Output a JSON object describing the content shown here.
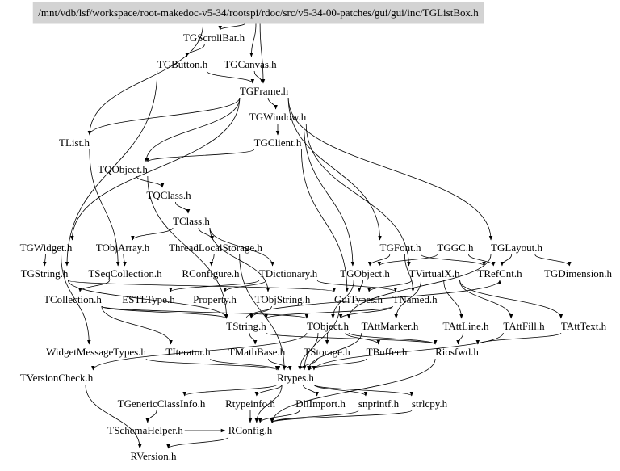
{
  "diagram": {
    "type": "include-dependency-graph",
    "root": "/mnt/vdb/lsf/workspace/root-makedoc-v5-34/rootspi/rdoc/src/v5-34-00-patches/gui/gui/inc/TGListBox.h",
    "root_color": "#d3d3d3",
    "nodes": [
      {
        "id": "root",
        "label": "/mnt/vdb/lsf/workspace/root-makedoc-v5-34/rootspi/rdoc/src/v5-34-00-patches/gui/gui/inc/TGListBox.h"
      },
      {
        "id": "TGScrollBar",
        "label": "TGScrollBar.h"
      },
      {
        "id": "TGButton",
        "label": "TGButton.h"
      },
      {
        "id": "TGCanvas",
        "label": "TGCanvas.h"
      },
      {
        "id": "TGFrame",
        "label": "TGFrame.h"
      },
      {
        "id": "TGWindow",
        "label": "TGWindow.h"
      },
      {
        "id": "TList",
        "label": "TList.h"
      },
      {
        "id": "TGClient",
        "label": "TGClient.h"
      },
      {
        "id": "TQObject",
        "label": "TQObject.h"
      },
      {
        "id": "TQClass",
        "label": "TQClass.h"
      },
      {
        "id": "TClass",
        "label": "TClass.h"
      },
      {
        "id": "TGWidget",
        "label": "TGWidget.h"
      },
      {
        "id": "TObjArray",
        "label": "TObjArray.h"
      },
      {
        "id": "ThreadLocalStorage",
        "label": "ThreadLocalStorage.h"
      },
      {
        "id": "TGFont",
        "label": "TGFont.h"
      },
      {
        "id": "TGGC",
        "label": "TGGC.h"
      },
      {
        "id": "TGLayout",
        "label": "TGLayout.h"
      },
      {
        "id": "TGString",
        "label": "TGString.h"
      },
      {
        "id": "TSeqCollection",
        "label": "TSeqCollection.h"
      },
      {
        "id": "RConfigure",
        "label": "RConfigure.h"
      },
      {
        "id": "TDictionary",
        "label": "TDictionary.h"
      },
      {
        "id": "TGObject",
        "label": "TGObject.h"
      },
      {
        "id": "TVirtualX",
        "label": "TVirtualX.h"
      },
      {
        "id": "TRefCnt",
        "label": "TRefCnt.h"
      },
      {
        "id": "TGDimension",
        "label": "TGDimension.h"
      },
      {
        "id": "TCollection",
        "label": "TCollection.h"
      },
      {
        "id": "ESTLType",
        "label": "ESTLType.h"
      },
      {
        "id": "Property",
        "label": "Property.h"
      },
      {
        "id": "TObjString",
        "label": "TObjString.h"
      },
      {
        "id": "GuiTypes",
        "label": "GuiTypes.h"
      },
      {
        "id": "TNamed",
        "label": "TNamed.h"
      },
      {
        "id": "TString",
        "label": "TString.h"
      },
      {
        "id": "TObject",
        "label": "TObject.h"
      },
      {
        "id": "TAttMarker",
        "label": "TAttMarker.h"
      },
      {
        "id": "TAttLine",
        "label": "TAttLine.h"
      },
      {
        "id": "TAttFill",
        "label": "TAttFill.h"
      },
      {
        "id": "TAttText",
        "label": "TAttText.h"
      },
      {
        "id": "WidgetMessageTypes",
        "label": "WidgetMessageTypes.h"
      },
      {
        "id": "TIterator",
        "label": "TIterator.h"
      },
      {
        "id": "TMathBase",
        "label": "TMathBase.h"
      },
      {
        "id": "TStorage",
        "label": "TStorage.h"
      },
      {
        "id": "TBuffer",
        "label": "TBuffer.h"
      },
      {
        "id": "Riosfwd",
        "label": "Riosfwd.h"
      },
      {
        "id": "TVersionCheck",
        "label": "TVersionCheck.h"
      },
      {
        "id": "Rtypes",
        "label": "Rtypes.h"
      },
      {
        "id": "TGenericClassInfo",
        "label": "TGenericClassInfo.h"
      },
      {
        "id": "Rtypeinfo",
        "label": "Rtypeinfo.h"
      },
      {
        "id": "DllImport",
        "label": "DllImport.h"
      },
      {
        "id": "snprintf",
        "label": "snprintf.h"
      },
      {
        "id": "strlcpy",
        "label": "strlcpy.h"
      },
      {
        "id": "TSchemaHelper",
        "label": "TSchemaHelper.h"
      },
      {
        "id": "RConfig",
        "label": "RConfig.h"
      },
      {
        "id": "RVersion",
        "label": "RVersion.h"
      }
    ],
    "edges": [
      [
        "root",
        "TGScrollBar"
      ],
      [
        "root",
        "TGCanvas"
      ],
      [
        "root",
        "TGFrame"
      ],
      [
        "root",
        "TList"
      ],
      [
        "TGScrollBar",
        "TGButton"
      ],
      [
        "TGButton",
        "TGFrame"
      ],
      [
        "TGButton",
        "TGString"
      ],
      [
        "TGCanvas",
        "TGFrame"
      ],
      [
        "TGFrame",
        "TGWindow"
      ],
      [
        "TGFrame",
        "TList"
      ],
      [
        "TGFrame",
        "TQObject"
      ],
      [
        "TGFrame",
        "TGFont"
      ],
      [
        "TGFrame",
        "TGLayout"
      ],
      [
        "TGFrame",
        "TGWidget"
      ],
      [
        "TGWindow",
        "TGClient"
      ],
      [
        "TGWindow",
        "TGObject"
      ],
      [
        "TGWindow",
        "TVirtualX"
      ],
      [
        "TGClient",
        "TQObject"
      ],
      [
        "TGClient",
        "GuiTypes"
      ],
      [
        "TList",
        "TSeqCollection"
      ],
      [
        "TQObject",
        "TQClass"
      ],
      [
        "TQObject",
        "TString"
      ],
      [
        "TQClass",
        "TClass"
      ],
      [
        "TClass",
        "TObjArray"
      ],
      [
        "TClass",
        "ThreadLocalStorage"
      ],
      [
        "TClass",
        "TDictionary"
      ],
      [
        "TClass",
        "TObjString"
      ],
      [
        "TGWidget",
        "TGString"
      ],
      [
        "TGWidget",
        "WidgetMessageTypes"
      ],
      [
        "TObjArray",
        "TSeqCollection"
      ],
      [
        "ThreadLocalStorage",
        "RConfigure"
      ],
      [
        "ThreadLocalStorage",
        "Rtypes"
      ],
      [
        "TGFont",
        "TGObject"
      ],
      [
        "TGFont",
        "TRefCnt"
      ],
      [
        "TGFont",
        "TNamed"
      ],
      [
        "TGGC",
        "TGObject"
      ],
      [
        "TGGC",
        "TRefCnt"
      ],
      [
        "TGLayout",
        "TGDimension"
      ],
      [
        "TGLayout",
        "TRefCnt"
      ],
      [
        "TGLayout",
        "TObject"
      ],
      [
        "TGString",
        "TString"
      ],
      [
        "TGString",
        "GuiTypes"
      ],
      [
        "TSeqCollection",
        "TCollection"
      ],
      [
        "TDictionary",
        "TNamed"
      ],
      [
        "TDictionary",
        "ESTLType"
      ],
      [
        "TDictionary",
        "Property"
      ],
      [
        "TGObject",
        "GuiTypes"
      ],
      [
        "TGObject",
        "TObject"
      ],
      [
        "TVirtualX",
        "TAttLine"
      ],
      [
        "TVirtualX",
        "TAttFill"
      ],
      [
        "TVirtualX",
        "TAttText"
      ],
      [
        "TVirtualX",
        "TAttMarker"
      ],
      [
        "TVirtualX",
        "GuiTypes"
      ],
      [
        "TCollection",
        "TIterator"
      ],
      [
        "TCollection",
        "TString"
      ],
      [
        "TCollection",
        "TObject"
      ],
      [
        "TObjString",
        "TString"
      ],
      [
        "GuiTypes",
        "Rtypes"
      ],
      [
        "TNamed",
        "TString"
      ],
      [
        "TNamed",
        "TObject"
      ],
      [
        "TString",
        "TMathBase"
      ],
      [
        "TString",
        "TRefCnt"
      ],
      [
        "TString",
        "Riosfwd"
      ],
      [
        "TObject",
        "TStorage"
      ],
      [
        "TObject",
        "TBuffer"
      ],
      [
        "TObject",
        "Riosfwd"
      ],
      [
        "TObject",
        "TVersionCheck"
      ],
      [
        "TObject",
        "Rtypes"
      ],
      [
        "TAttMarker",
        "Rtypes"
      ],
      [
        "TAttLine",
        "Riosfwd"
      ],
      [
        "TAttFill",
        "Rtypes"
      ],
      [
        "TAttText",
        "Riosfwd"
      ],
      [
        "WidgetMessageTypes",
        "Rtypes"
      ],
      [
        "TIterator",
        "Rtypes"
      ],
      [
        "TMathBase",
        "Rtypes"
      ],
      [
        "TStorage",
        "Rtypes"
      ],
      [
        "TBuffer",
        "Rtypes"
      ],
      [
        "Riosfwd",
        "RConfig"
      ],
      [
        "TVersionCheck",
        "RVersion"
      ],
      [
        "Rtypes",
        "TGenericClassInfo"
      ],
      [
        "Rtypes",
        "Rtypeinfo"
      ],
      [
        "Rtypes",
        "DllImport"
      ],
      [
        "Rtypes",
        "snprintf"
      ],
      [
        "Rtypes",
        "strlcpy"
      ],
      [
        "Rtypes",
        "RConfig"
      ],
      [
        "TGenericClassInfo",
        "TSchemaHelper"
      ],
      [
        "TSchemaHelper",
        "RConfig"
      ],
      [
        "Rtypeinfo",
        "RConfig"
      ],
      [
        "DllImport",
        "RConfig"
      ],
      [
        "snprintf",
        "RConfig"
      ],
      [
        "strlcpy",
        "RConfig"
      ],
      [
        "RConfig",
        "RVersion"
      ]
    ]
  }
}
